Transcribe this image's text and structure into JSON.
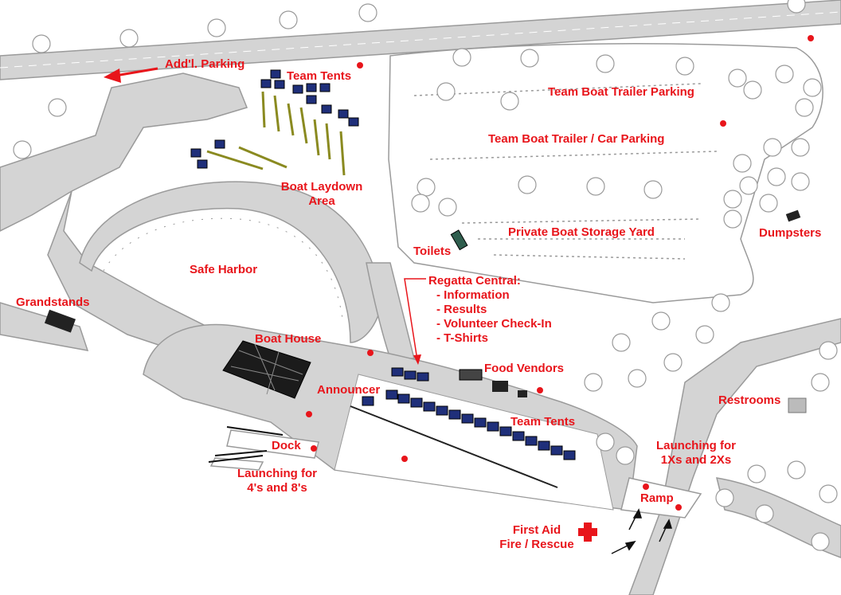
{
  "colors": {
    "label": "#e8151b",
    "road": "#cfcfcf",
    "road_edge": "#9a9a9a",
    "marker": "#e8151b",
    "tent": "#1f2f7a"
  },
  "labels": {
    "addl_parking": "Add'l. Parking",
    "team_tents_top": "Team Tents",
    "team_boat_trailer_parking": "Team Boat Trailer Parking",
    "team_boat_trailer_car_parking": "Team Boat Trailer / Car Parking",
    "boat_laydown_area_line1": "Boat Laydown",
    "boat_laydown_area_line2": "Area",
    "private_boat_storage_yard": "Private Boat Storage Yard",
    "dumpsters": "Dumpsters",
    "toilets": "Toilets",
    "safe_harbor": "Safe Harbor",
    "grandstands": "Grandstands",
    "regatta_central": {
      "title": "Regatta Central:",
      "items": [
        "- Information",
        "- Results",
        "- Volunteer Check-In",
        "- T-Shirts"
      ]
    },
    "boat_house": "Boat House",
    "food_vendors": "Food Vendors",
    "announcer": "Announcer",
    "restrooms": "Restrooms",
    "team_tents_bottom": "Team Tents",
    "dock": "Dock",
    "launching_4s_8s_line1": "Launching for",
    "launching_4s_8s_line2": "4's and 8's",
    "launching_1x_2x_line1": "Launching for",
    "launching_1x_2x_line2": "1Xs and 2Xs",
    "ramp": "Ramp",
    "first_aid_line1": "First Aid",
    "first_aid_line2": "Fire / Rescue"
  },
  "icons": {
    "parking_arrow": "arrow-left-icon",
    "first_aid": "red-cross-icon",
    "callout_arrow": "arrow-down-icon",
    "marker": "red-dot-marker-icon",
    "tree": "tree-icon",
    "tent": "tent-icon",
    "boat": "boat-icon"
  }
}
